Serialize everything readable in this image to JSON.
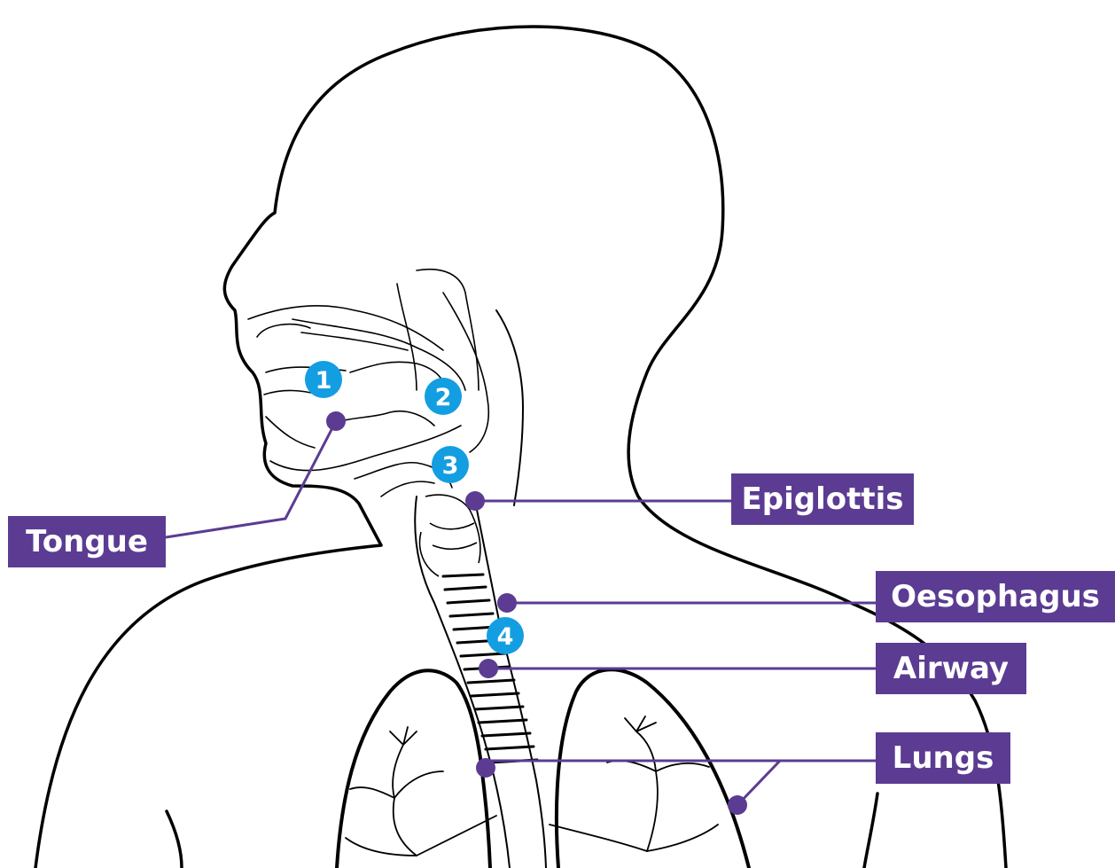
{
  "diagram": {
    "colors": {
      "label_bg": "#5b3c92",
      "leader": "#5b3c92",
      "marker": "#5b3c92",
      "step_badge": "#139ee2",
      "outline": "#000000"
    },
    "labels": {
      "tongue": "Tongue",
      "epiglottis": "Epiglottis",
      "oesophagus": "Oesophagus",
      "airway": "Airway",
      "lungs": "Lungs"
    },
    "steps": [
      "1",
      "2",
      "3",
      "4"
    ]
  }
}
